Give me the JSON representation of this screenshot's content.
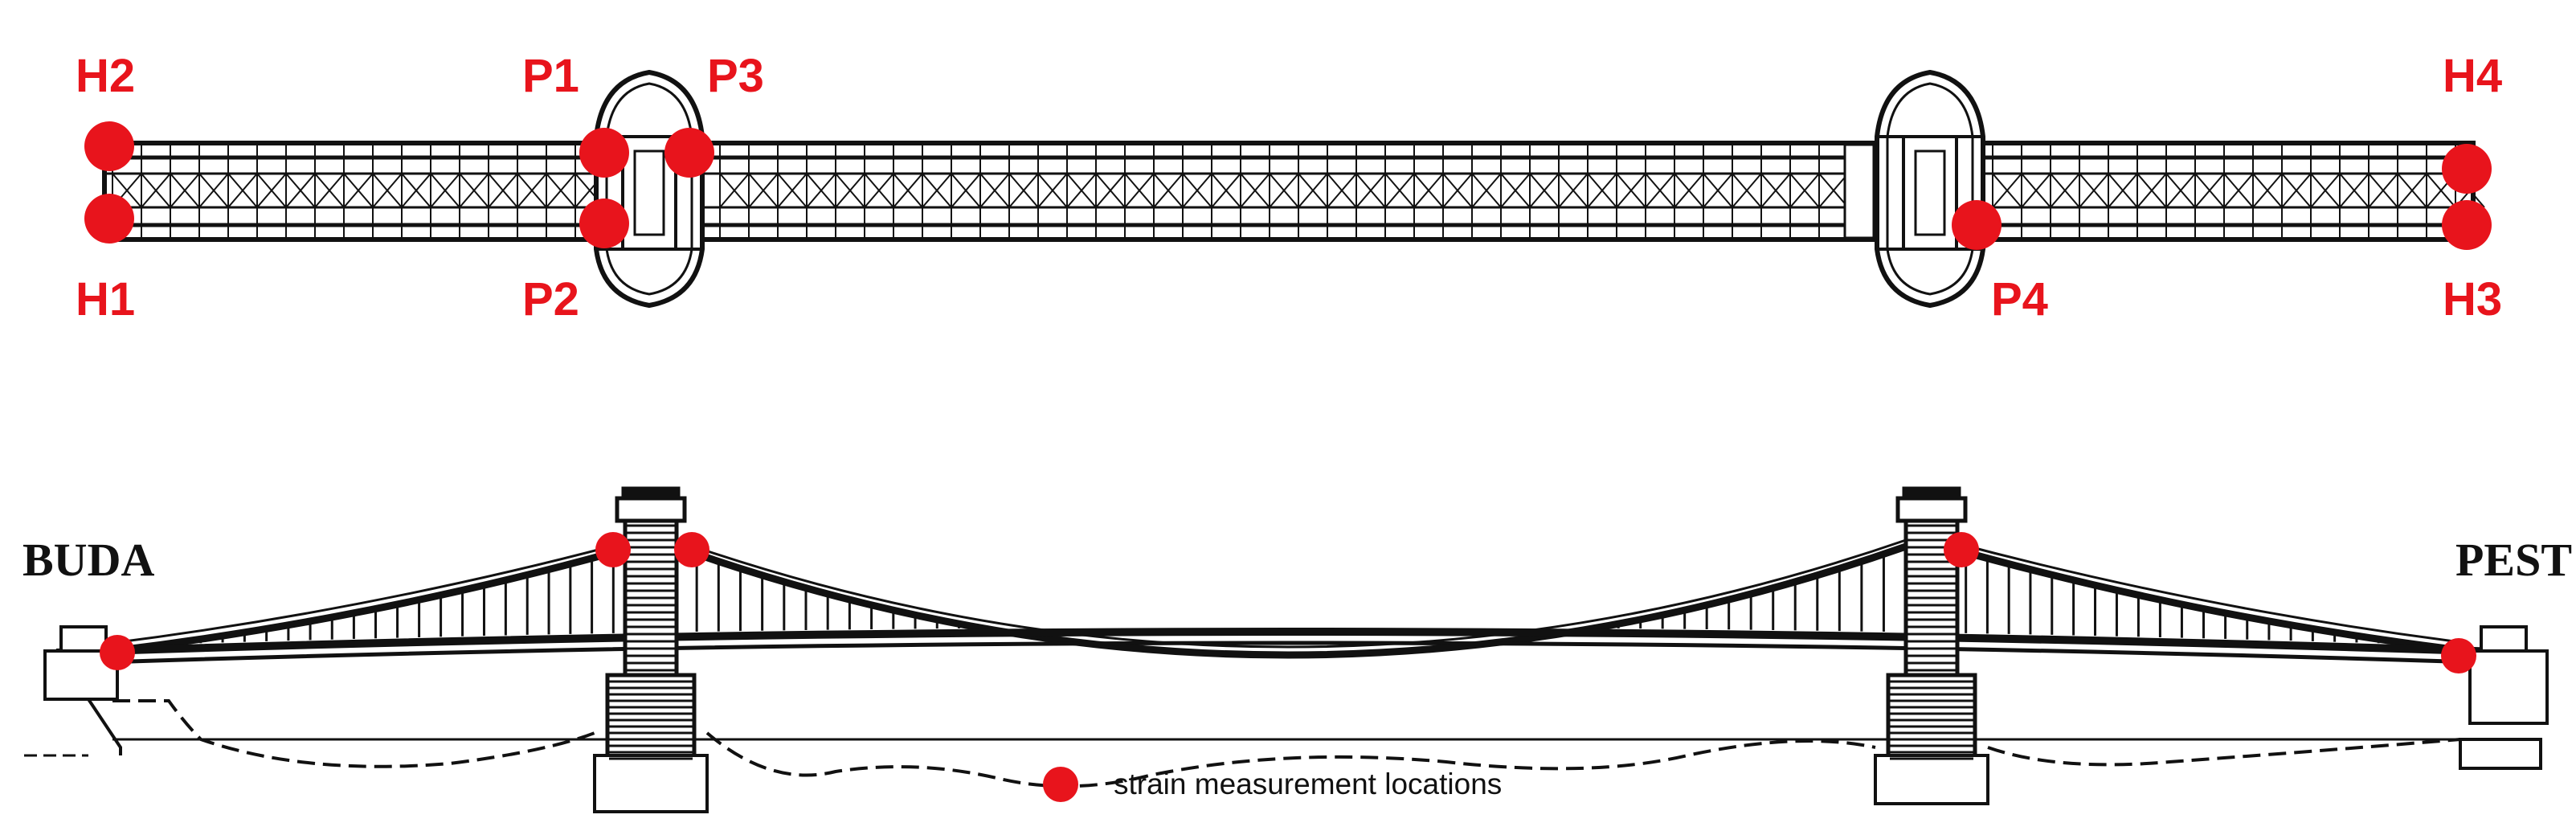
{
  "plan_labels": {
    "h1": "H1",
    "h2": "H2",
    "h3": "H3",
    "h4": "H4",
    "p1": "P1",
    "p2": "P2",
    "p3": "P3",
    "p4": "P4"
  },
  "elevation_labels": {
    "left_bank": "BUDA",
    "right_bank": "PEST"
  },
  "legend": {
    "label": "strain measurement locations"
  },
  "colors": {
    "marker": "#e8141c",
    "line": "#111111"
  }
}
